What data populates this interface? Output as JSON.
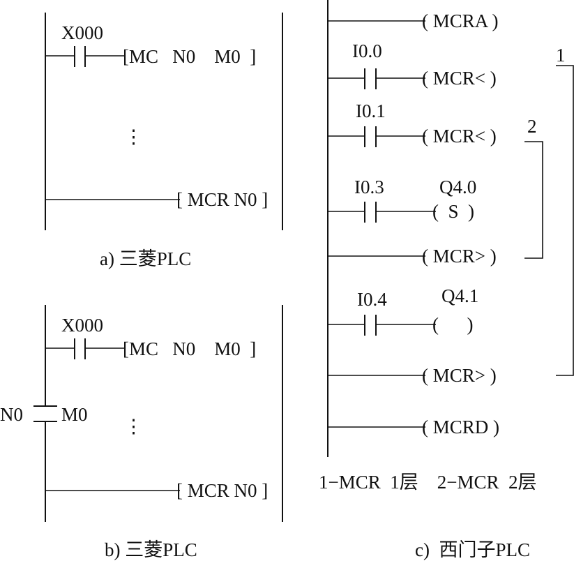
{
  "panel_a": {
    "contact_label": "X000",
    "mc_instruction": "[MC   N0    M0  ]",
    "ellipsis": "⋮",
    "mcr_instruction": "[ MCR N0 ]",
    "caption": "a) 三菱PLC"
  },
  "panel_b": {
    "contact_label": "X000",
    "mc_instruction": "[MC   N0    M0  ]",
    "master_contact_left": "N0",
    "master_contact_right": "M0",
    "ellipsis": "⋮",
    "mcr_instruction": "[ MCR N0 ]",
    "caption": "b) 三菱PLC"
  },
  "panel_c": {
    "rung1_coil": "( MCRA )",
    "rung2_contact": "I0.0",
    "rung2_coil": "( MCR< )",
    "rung3_contact": "I0.1",
    "rung3_coil": "( MCR< )",
    "rung4_contact": "I0.3",
    "rung4_output": "Q4.0",
    "rung4_coil": "(  S  )",
    "rung5_coil": "( MCR> )",
    "rung6_contact": "I0.4",
    "rung6_output": "Q4.1",
    "rung6_coil": "(      )",
    "rung7_coil": "( MCR> )",
    "rung8_coil": "( MCRD )",
    "bracket1_label": "1",
    "bracket2_label": "2",
    "legend": "1−MCR  1层    2−MCR  2层",
    "caption": "c)  西门子PLC"
  }
}
